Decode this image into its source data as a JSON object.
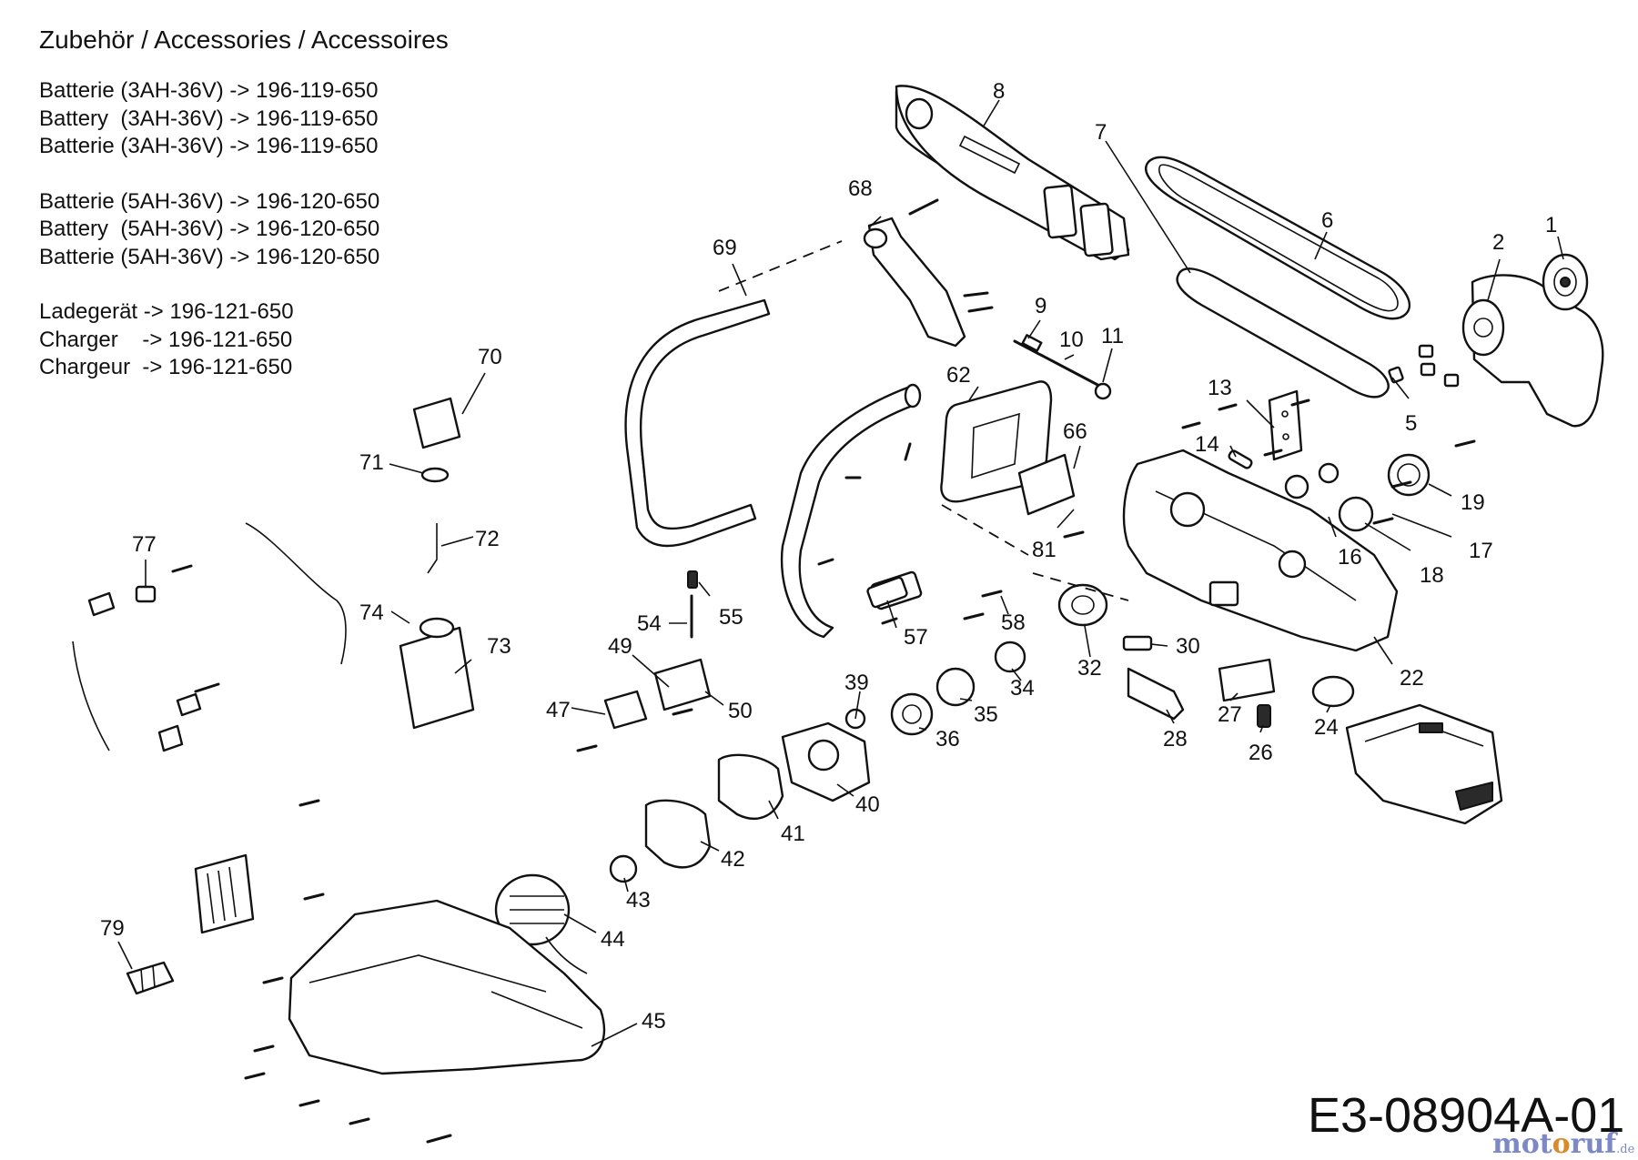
{
  "accessories": {
    "title": "Zubehör / Accessories / Accessoires",
    "groups": [
      [
        "Batterie (3AH-36V) -> 196-119-650",
        "Battery  (3AH-36V) -> 196-119-650",
        "Batterie (3AH-36V) -> 196-119-650"
      ],
      [
        "Batterie (5AH-36V) -> 196-120-650",
        "Battery  (5AH-36V) -> 196-120-650",
        "Batterie (5AH-36V) -> 196-120-650"
      ],
      [
        "Ladegerät -> 196-121-650",
        "Charger    -> 196-121-650",
        "Chargeur  -> 196-121-650"
      ]
    ]
  },
  "callouts": [
    "1",
    "2",
    "5",
    "6",
    "7",
    "8",
    "9",
    "10",
    "11",
    "13",
    "14",
    "16",
    "17",
    "18",
    "19",
    "22",
    "24",
    "26",
    "27",
    "28",
    "30",
    "32",
    "34",
    "35",
    "36",
    "39",
    "40",
    "41",
    "42",
    "43",
    "44",
    "45",
    "47",
    "49",
    "50",
    "54",
    "55",
    "57",
    "58",
    "62",
    "66",
    "68",
    "69",
    "70",
    "71",
    "72",
    "73",
    "74",
    "77",
    "79",
    "81"
  ],
  "drawing_code": "E3-08904A-01",
  "watermark": {
    "prefix": "mot",
    "o": "o",
    "suffix": "ruf",
    "tld": ".de"
  }
}
